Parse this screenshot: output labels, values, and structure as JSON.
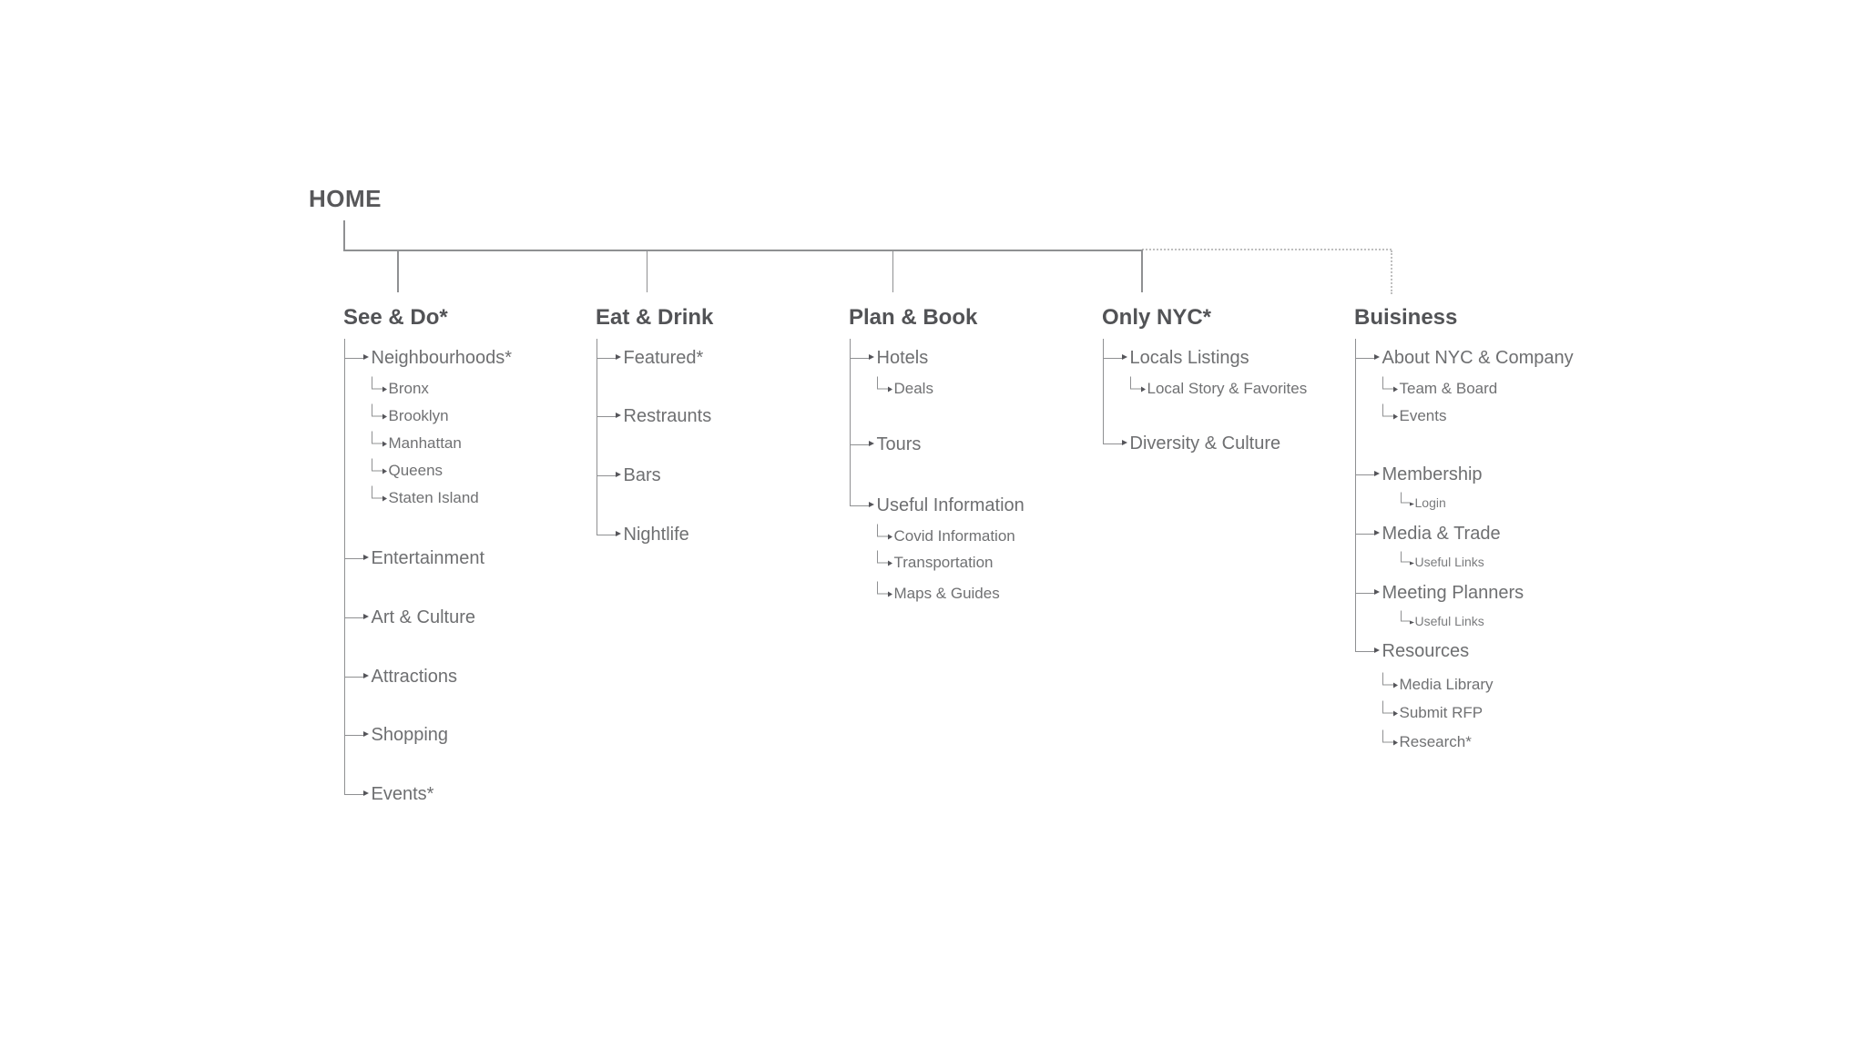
{
  "page": {
    "background": "#ffffff"
  },
  "colors": {
    "header_text": "#525356",
    "item_text": "#6e6f71",
    "sub_item_text": "#707173",
    "small_item_text": "#7b7c7e",
    "line": "#8f9092",
    "arrowhead": "#55555a",
    "dotted_line": "#bfbfbf"
  },
  "root": {
    "label": "HOME"
  },
  "columns": [
    {
      "title": "See & Do*",
      "items": [
        {
          "label": "Neighbourhoods*",
          "children": [
            {
              "label": "Bronx"
            },
            {
              "label": "Brooklyn"
            },
            {
              "label": "Manhattan"
            },
            {
              "label": "Queens"
            },
            {
              "label": "Staten Island"
            }
          ]
        },
        {
          "label": "Entertainment"
        },
        {
          "label": "Art & Culture"
        },
        {
          "label": "Attractions"
        },
        {
          "label": "Shopping"
        },
        {
          "label": "Events*"
        }
      ]
    },
    {
      "title": "Eat & Drink",
      "items": [
        {
          "label": "Featured*"
        },
        {
          "label": "Restraunts"
        },
        {
          "label": "Bars"
        },
        {
          "label": "Nightlife"
        }
      ]
    },
    {
      "title": "Plan & Book",
      "items": [
        {
          "label": "Hotels",
          "children": [
            {
              "label": "Deals"
            }
          ]
        },
        {
          "label": "Tours"
        },
        {
          "label": "Useful Information",
          "children": [
            {
              "label": "Covid Information"
            },
            {
              "label": "Transportation"
            },
            {
              "label": "Maps & Guides"
            }
          ]
        }
      ]
    },
    {
      "title": "Only NYC*",
      "items": [
        {
          "label": "Locals Listings",
          "children": [
            {
              "label": "Local Story & Favorites"
            }
          ]
        },
        {
          "label": "Diversity & Culture"
        }
      ]
    },
    {
      "title": "Buisiness",
      "items": [
        {
          "label": "About NYC & Company",
          "children": [
            {
              "label": "Team & Board"
            },
            {
              "label": "Events"
            }
          ]
        },
        {
          "label": "Membership",
          "children": [
            {
              "label": "Login"
            }
          ]
        },
        {
          "label": "Media & Trade",
          "children": [
            {
              "label": "Useful Links"
            }
          ]
        },
        {
          "label": "Meeting Planners",
          "children": [
            {
              "label": "Useful Links"
            }
          ]
        },
        {
          "label": "Resources",
          "children": [
            {
              "label": "Media Library"
            },
            {
              "label": "Submit RFP"
            },
            {
              "label": "Research*"
            }
          ]
        }
      ]
    }
  ]
}
